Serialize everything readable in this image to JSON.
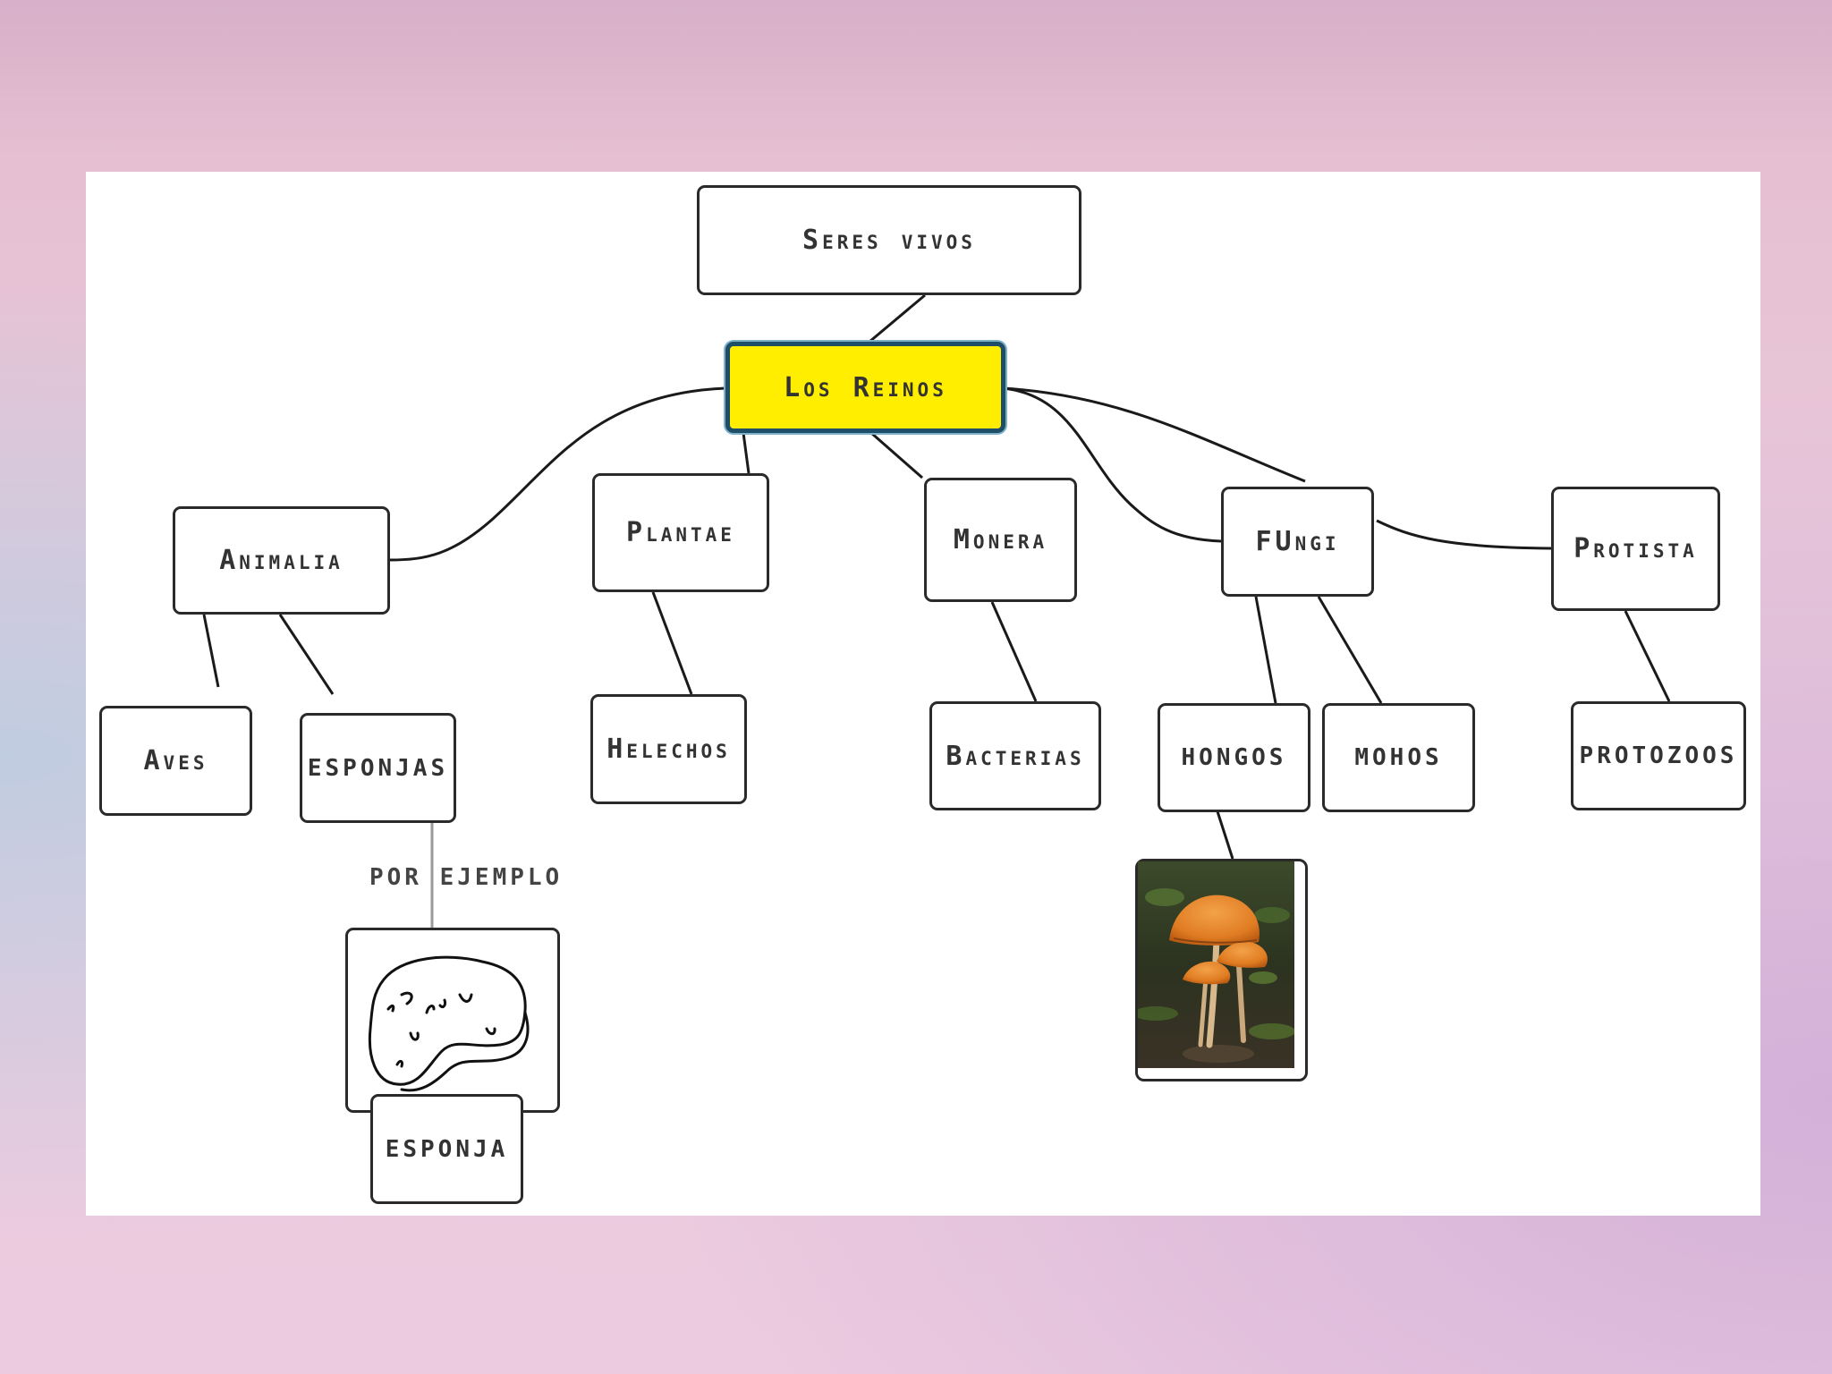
{
  "diagram": {
    "nodes": {
      "seres_vivos": "Seres vivos",
      "los_reinos": "Los Reinos",
      "animalia": "Animalia",
      "plantae": "Plantae",
      "monera": "Monera",
      "fungi": "FUngi",
      "protista": "Protista",
      "aves": "Aves",
      "esponjas": "esponjas",
      "helechos": "Helechos",
      "bacterias": "Bacterias",
      "hongos": "hongos",
      "mohos": "mohos",
      "protozoos": "protozoos",
      "esponja": "esponja"
    },
    "link_label": "por ejemplo",
    "images": [
      {
        "name": "sponge-drawing",
        "type": "drawing"
      },
      {
        "name": "mushroom-photo",
        "type": "photo"
      }
    ],
    "colors": {
      "root_fill": "#ffee00",
      "root_border": "#1f4f68",
      "node_border": "#2a2a2a",
      "connector": "#1a1a1a"
    }
  }
}
